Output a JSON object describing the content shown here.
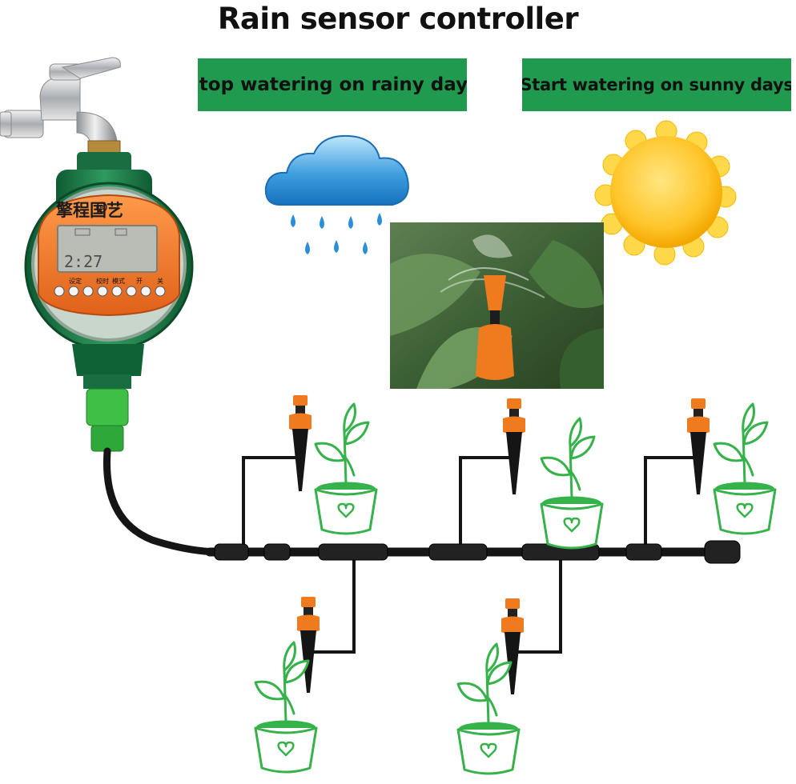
{
  "title": "Rain sensor controller",
  "banners": {
    "rainy": "Stop watering on rainy days",
    "sunny": "Start watering on sunny days"
  },
  "controller": {
    "brand": "擎程国艺",
    "registered_mark": "R",
    "lcd_time": "2:27",
    "button_labels": [
      "设定",
      "校时",
      "模式",
      "开",
      "关"
    ]
  },
  "colors": {
    "banner_green": "#1f9a4e",
    "controller_green": "#1e7a4a",
    "dripper_orange": "#f07a1e",
    "pot_outline": "#36b24a",
    "tube": "#111111"
  },
  "icons": [
    "faucet-icon",
    "cloud-icon",
    "raindrop-icon",
    "sun-icon",
    "dripper-icon",
    "potted-plant-icon"
  ]
}
